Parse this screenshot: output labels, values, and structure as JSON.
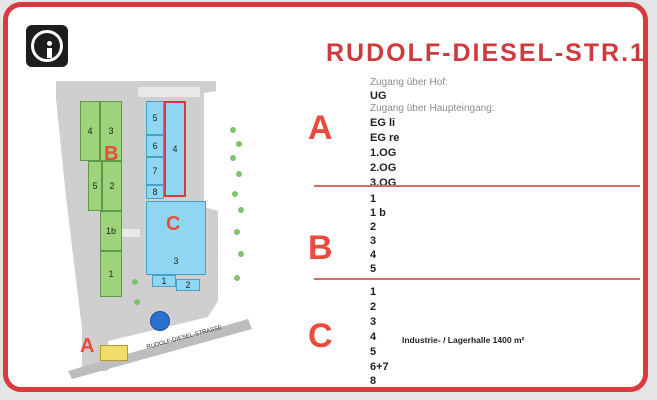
{
  "title": "RUDOLF-DIESEL-STR.1",
  "info_icon": "info-icon",
  "sections": {
    "a": {
      "letter": "A",
      "hof_label": "Zugang über Hof:",
      "hof_floors": [
        "UG"
      ],
      "haupt_label": "Zugang über Haupteingang:",
      "haupt_floors": [
        "EG li",
        "EG re",
        "1.OG",
        "2.OG",
        "3.OG"
      ]
    },
    "b": {
      "letter": "B",
      "floors": [
        "1",
        "1 b",
        "2",
        "3",
        "4",
        "5"
      ]
    },
    "c": {
      "letter": "C",
      "floors": [
        "1",
        "2",
        "3",
        "4",
        "5",
        "6+7",
        "8"
      ],
      "note": "Industrie- / Lagerhalle  1400 m²"
    }
  },
  "map": {
    "street_label": "RUDOLF-DIESEL-STRASSE",
    "labels": {
      "b_units": [
        "4",
        "3",
        "2",
        "5",
        "1b",
        "1"
      ],
      "c_units": [
        "5",
        "4",
        "6",
        "7",
        "8",
        "3",
        "1",
        "2"
      ],
      "letters": [
        "A",
        "B",
        "C"
      ]
    }
  },
  "colors": {
    "accent": "#d93a3e",
    "green": "#9ed37b",
    "blue": "#8fd6f2"
  }
}
